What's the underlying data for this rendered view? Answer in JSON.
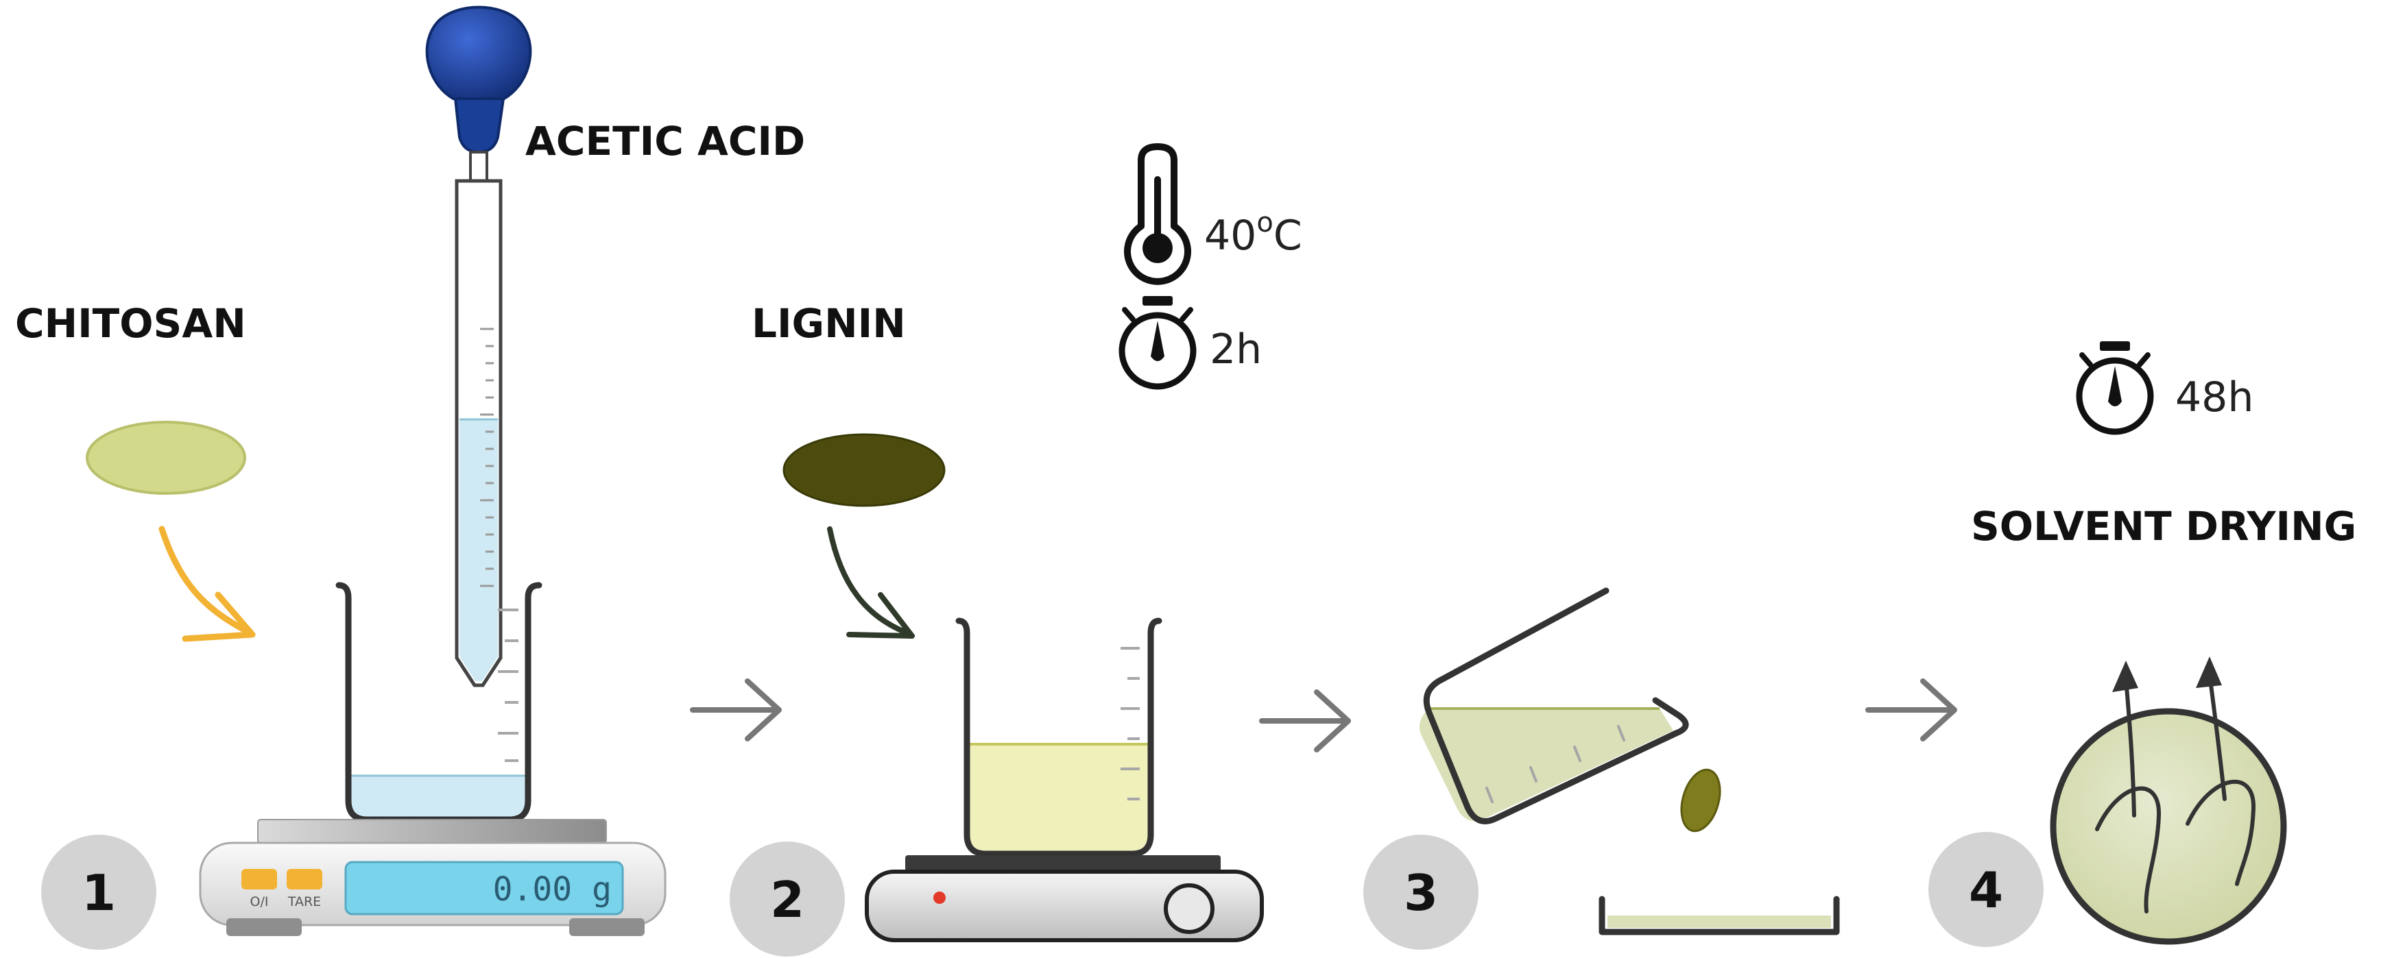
{
  "labels": {
    "chitosan": "CHITOSAN",
    "acetic_acid": "ACETIC ACID",
    "lignin": "LIGNIN",
    "solvent_drying": "SOLVENT DRYING",
    "temperature_value": "40",
    "temperature_superscript": "o",
    "temperature_unit": "C",
    "stir_time": "2h",
    "drying_time": "48h"
  },
  "balance": {
    "display": "0.00 g",
    "button_on_off": "O/I",
    "button_tare": "TARE"
  },
  "steps": [
    "1",
    "2",
    "3",
    "4"
  ],
  "icons": {
    "thermometer": "thermometer-icon",
    "stopwatch": "stopwatch-icon",
    "arrow": "arrow-right-icon"
  },
  "colors": {
    "chitosan": "#d3d98a",
    "lignin": "#4d4c0e",
    "acetic_acid_liquid": "#cfeaf4",
    "pipette_bulb": "#1a3f96",
    "solution": "#eff0ba",
    "cast_film": "#dbe0b8",
    "step_badge": "#d3d3d3"
  }
}
